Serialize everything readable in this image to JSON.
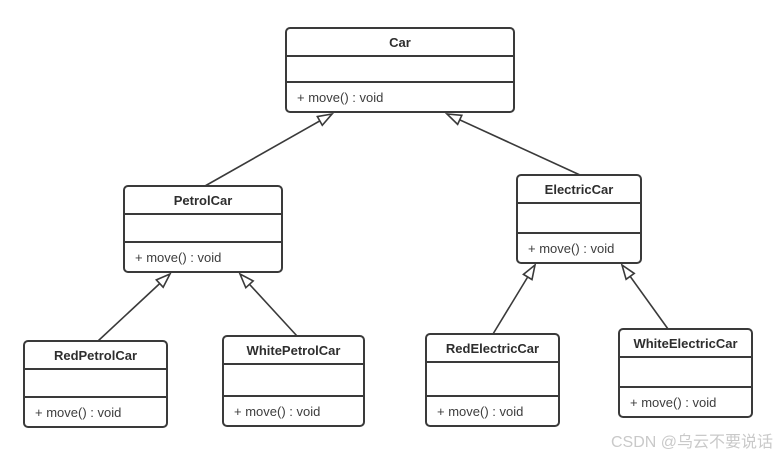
{
  "diagram": {
    "classes": [
      {
        "id": "car",
        "name": "Car",
        "attributes": "",
        "method": "+ move() : void"
      },
      {
        "id": "petrolcar",
        "name": "PetrolCar",
        "attributes": "",
        "method": "+ move() : void"
      },
      {
        "id": "electriccar",
        "name": "ElectricCar",
        "attributes": "",
        "method": "+ move() : void"
      },
      {
        "id": "redpetrolcar",
        "name": "RedPetrolCar",
        "attributes": "",
        "method": "+ move() : void"
      },
      {
        "id": "whitepetrolcar",
        "name": "WhitePetrolCar",
        "attributes": "",
        "method": "+ move() : void"
      },
      {
        "id": "redelectriccar",
        "name": "RedElectricCar",
        "attributes": "",
        "method": "+ move() : void"
      },
      {
        "id": "whiteelectriccar",
        "name": "WhiteElectricCar",
        "attributes": "",
        "method": "+ move() : void"
      }
    ],
    "relationships": [
      {
        "type": "generalization",
        "from": "PetrolCar",
        "to": "Car"
      },
      {
        "type": "generalization",
        "from": "ElectricCar",
        "to": "Car"
      },
      {
        "type": "generalization",
        "from": "RedPetrolCar",
        "to": "PetrolCar"
      },
      {
        "type": "generalization",
        "from": "WhitePetrolCar",
        "to": "PetrolCar"
      },
      {
        "type": "generalization",
        "from": "RedElectricCar",
        "to": "ElectricCar"
      },
      {
        "type": "generalization",
        "from": "WhiteElectricCar",
        "to": "ElectricCar"
      }
    ]
  },
  "watermark": {
    "text": "CSDN @乌云不要说话"
  },
  "colors": {
    "background": "#ffffff",
    "line": "#3a3a3a",
    "box_border": "#3a3a3a",
    "title_text": "#2e2e2e",
    "method_text": "#3d3d3d",
    "watermark_text": "#c9c9c9"
  }
}
